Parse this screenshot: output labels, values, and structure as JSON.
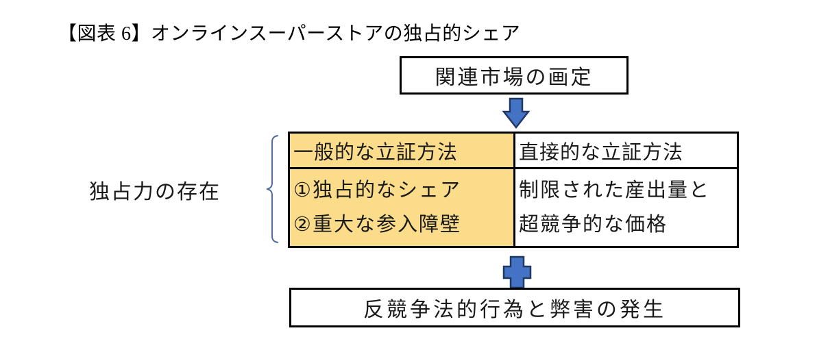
{
  "title": "【図表 6】オンラインスーパーストアの独占的シェア",
  "flow": {
    "top_box_label": "関連市場の画定",
    "side_label": "独占力の存在",
    "bottom_box_label": "反競争法的行為と弊害の発生"
  },
  "table": {
    "header": {
      "left": "一般的な立証方法",
      "right": "直接的な立証方法"
    },
    "body": {
      "left_lines": [
        "①独占的なシェア",
        "②重大な参入障壁"
      ],
      "right_lines": [
        "制限された産出量と",
        "超競争的な価格"
      ]
    }
  },
  "icons": {
    "down_arrow": "down-arrow",
    "plus": "plus",
    "brace": "left-curly-brace"
  },
  "colors": {
    "highlight_yellow": "#FADC8A",
    "shape_fill_blue": "#4472C4",
    "shape_border_navy": "#1F3864",
    "brace_blue": "#4F6D9F",
    "line_black": "#000000",
    "background": "#FFFFFF"
  }
}
